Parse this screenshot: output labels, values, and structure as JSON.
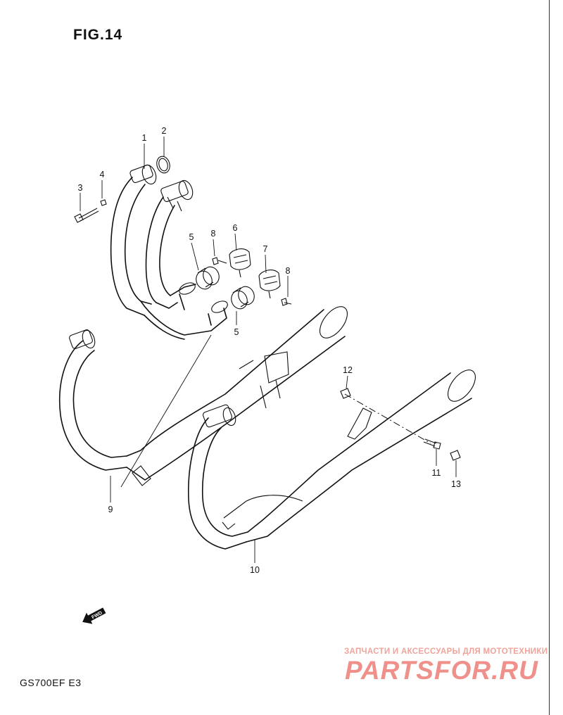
{
  "figure": {
    "title": "FIG.14"
  },
  "model": {
    "code": "GS700EF  E3"
  },
  "parts": [
    {
      "id": "part-1",
      "number": "1"
    },
    {
      "id": "part-2",
      "number": "2"
    },
    {
      "id": "part-3",
      "number": "3"
    },
    {
      "id": "part-4",
      "number": "4"
    },
    {
      "id": "part-5a",
      "number": "5"
    },
    {
      "id": "part-5b",
      "number": "5"
    },
    {
      "id": "part-6",
      "number": "6"
    },
    {
      "id": "part-7",
      "number": "7"
    },
    {
      "id": "part-8a",
      "number": "8"
    },
    {
      "id": "part-8b",
      "number": "8"
    },
    {
      "id": "part-9",
      "number": "9"
    },
    {
      "id": "part-10",
      "number": "10"
    },
    {
      "id": "part-11",
      "number": "11"
    },
    {
      "id": "part-12",
      "number": "12"
    },
    {
      "id": "part-13",
      "number": "13"
    }
  ],
  "direction_badge": {
    "label": "FWD"
  },
  "watermark": {
    "caption": "ЗАПЧАСТИ И АКСЕССУАРЫ ДЛЯ МОТОТЕХНИКИ",
    "brand": "PARTSFOR.RU"
  }
}
